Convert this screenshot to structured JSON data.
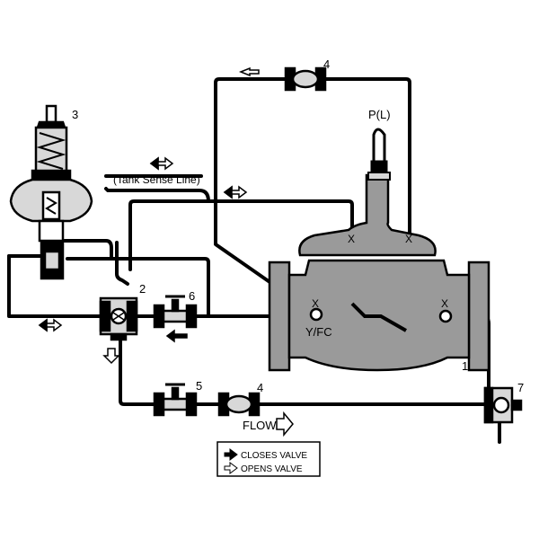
{
  "labels": {
    "pilot": "3",
    "needle_top": "4",
    "needle_bottom": "4",
    "speed_control": "2",
    "flow_control_6": "6",
    "ball_valve_5": "5",
    "main_valve": "1",
    "strainer": "7",
    "pl": "P(L)",
    "yfc": "Y/FC",
    "tank_sense": "(Tank Sense Line)",
    "x_port": "X",
    "flow": "FLOW"
  },
  "legend": {
    "closes": "CLOSES VALVE",
    "opens": "OPENS VALVE"
  },
  "colors": {
    "ink": "#000000",
    "body_fill": "#9a9a9a",
    "body_dark": "#7d7d7d",
    "light": "#d8d8d8"
  }
}
